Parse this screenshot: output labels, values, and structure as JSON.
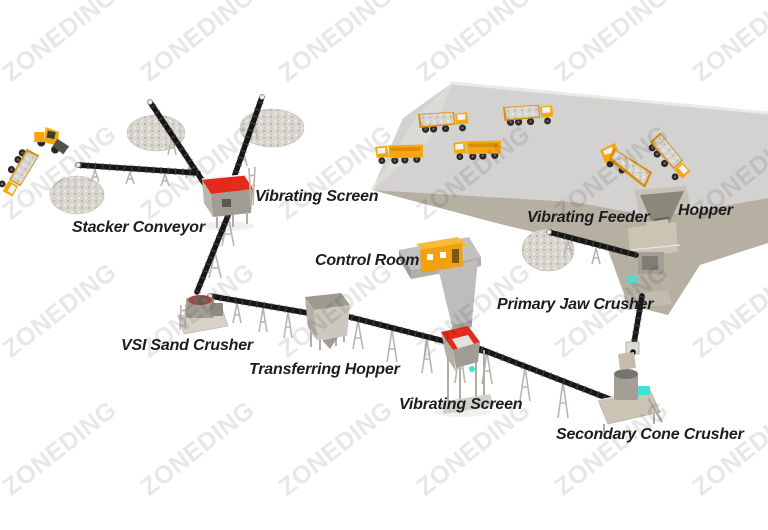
{
  "watermark": {
    "text": "ZONEDING"
  },
  "labels": {
    "vibrating_screen_top": "Vibrating Screen",
    "stacker_conveyor": "Stacker Conveyor",
    "control_room": "Control Room",
    "vibrating_feeder": "Vibrating Feeder",
    "hopper": "Hopper",
    "primary_jaw_crusher": "Primary Jaw Crusher",
    "vsi_sand_crusher": "VSI Sand Crusher",
    "transferring_hopper": "Transferring Hopper",
    "vibrating_screen_bottom": "Vibrating Screen",
    "secondary_cone_crusher": "Secondary Cone Crusher"
  },
  "colors": {
    "plateau": "#d3d2d0",
    "wall": "#b6b0a3",
    "belt": "#161616",
    "truck": "#f6a70e",
    "red": "#e42a1a",
    "cyan": "#3fe2d5",
    "label": "#1d1d1d"
  }
}
